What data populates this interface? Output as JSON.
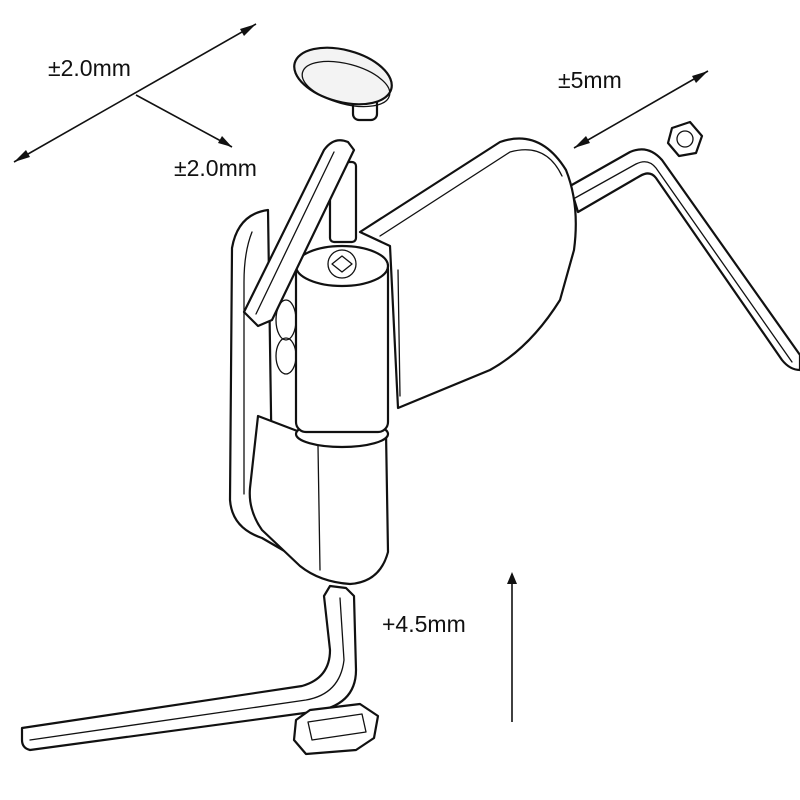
{
  "labels": {
    "depth_adjustment": "±2.0mm",
    "lateral_adjustment": "±2.0mm",
    "side_adjustment": "±5mm",
    "height_adjustment": "+4.5mm"
  },
  "colors": {
    "line": "#111111",
    "background": "#ffffff"
  },
  "icons": {
    "arrows": "double-headed-arrow",
    "height_arrow": "single-arrow-up"
  }
}
